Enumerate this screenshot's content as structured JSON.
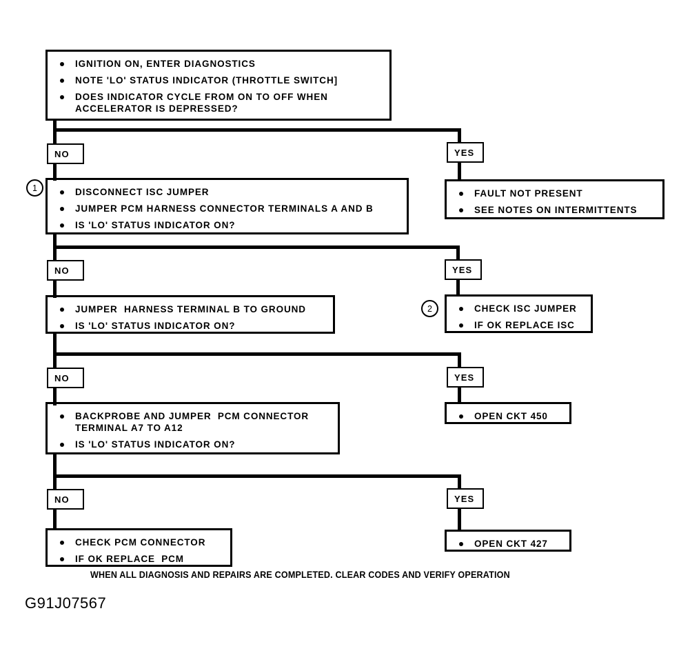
{
  "figure": {
    "id_code": "G91J07567",
    "footer_note": "WHEN ALL DIAGNOSIS AND REPAIRS ARE COMPLETED. CLEAR CODES AND VERIFY OPERATION"
  },
  "labels": {
    "no": "NO",
    "yes": "YES",
    "marker_1": "1",
    "marker_2": "2"
  },
  "steps": {
    "start": {
      "bullets": [
        "IGNITION ON, ENTER DIAGNOSTICS",
        "NOTE 'LO' STATUS INDICATOR (THROTTLE SWITCH]",
        "DOES INDICATOR CYCLE FROM ON TO OFF WHEN\nACCELERATOR IS DEPRESSED?"
      ]
    },
    "step1": {
      "bullets": [
        "DISCONNECT ISC JUMPER",
        "JUMPER PCM HARNESS CONNECTOR TERMINALS A AND B",
        "IS 'LO' STATUS INDICATOR ON?"
      ]
    },
    "step1_yes": {
      "bullets": [
        "FAULT NOT PRESENT",
        "SEE NOTES ON INTERMITTENTS"
      ]
    },
    "step2": {
      "bullets": [
        "JUMPER  HARNESS TERMINAL B TO GROUND",
        "IS 'LO' STATUS INDICATOR ON?"
      ]
    },
    "step2_yes": {
      "bullets": [
        "CHECK ISC JUMPER",
        "IF OK REPLACE ISC"
      ]
    },
    "step3": {
      "bullets": [
        "BACKPROBE AND JUMPER  PCM CONNECTOR\nTERMINAL A7 TO A12",
        "IS 'LO' STATUS INDICATOR ON?"
      ]
    },
    "step3_yes": {
      "bullets": [
        "OPEN CKT 450"
      ]
    },
    "step4": {
      "bullets": [
        "CHECK PCM CONNECTOR",
        "IF OK REPLACE  PCM"
      ]
    },
    "step4_yes": {
      "bullets": [
        "OPEN CKT 427"
      ]
    }
  }
}
